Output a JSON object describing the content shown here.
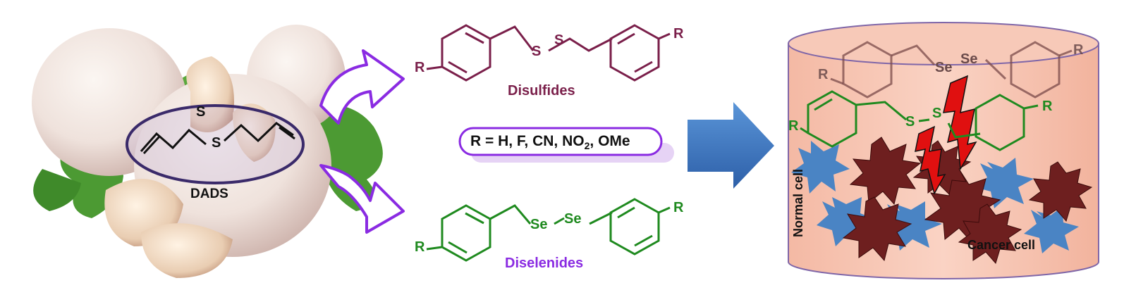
{
  "colors": {
    "disulfide": "#7a1f4a",
    "diselenide": "#1f8a1f",
    "accent_purple": "#8a2be2",
    "arrow_blue": "#2f6fbf",
    "cell_fill": "#f6c7b3",
    "normal_cell": "#4a84c4",
    "cancer_cell": "#6e1f1f",
    "lightning": "#e01010"
  },
  "left": {
    "compound_label": "DADS",
    "sulfur_1": "S",
    "sulfur_2": "S"
  },
  "disulfide": {
    "r_left": "R",
    "r_right": "R",
    "s1": "S",
    "s2": "S",
    "label": "Disulfides"
  },
  "substituents": {
    "text_main": "R = H, F, CN, NO",
    "sub": "2",
    "text_end": ", OMe"
  },
  "diselenide": {
    "r_left": "R",
    "r_right": "R",
    "se1": "Se",
    "se2": "Se",
    "label": "Diselenides"
  },
  "cylinder": {
    "top_r_left": "R",
    "top_r_right": "R",
    "top_se1": "Se",
    "top_se2": "Se",
    "mid_r_left": "R",
    "mid_r_right": "R",
    "mid_s1": "S",
    "mid_s2": "S",
    "normal_cell_label": "Normal cell",
    "cancer_cell_label": "Cancer cell"
  }
}
